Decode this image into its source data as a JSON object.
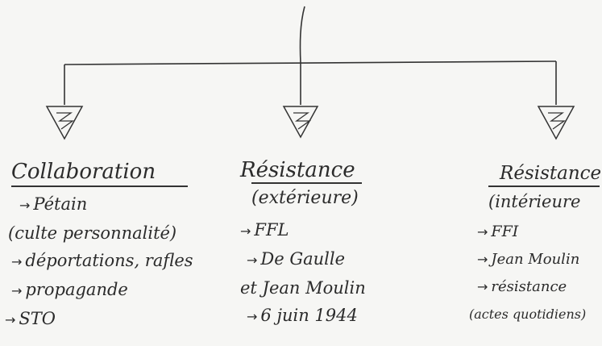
{
  "columns": [
    {
      "title": "Collaboration",
      "subtitle": "",
      "items": [
        {
          "arrow": "→",
          "text": "Pétain"
        },
        {
          "arrow": "",
          "text": "(culte personnalité)"
        },
        {
          "arrow": "→",
          "text": "déportations, rafles"
        },
        {
          "arrow": "→",
          "text": "propagande"
        },
        {
          "arrow": "→",
          "text": "STO"
        }
      ]
    },
    {
      "title": "Résistance",
      "subtitle": "(extérieure)",
      "items": [
        {
          "arrow": "→",
          "text": "FFL"
        },
        {
          "arrow": "→",
          "text": "De Gaulle"
        },
        {
          "arrow": "",
          "text": "et Jean Moulin"
        },
        {
          "arrow": "→",
          "text": "6 juin 1944"
        }
      ]
    },
    {
      "title": "Résistance",
      "subtitle": "(intérieure",
      "items": [
        {
          "arrow": "→",
          "text": "FFI"
        },
        {
          "arrow": "→",
          "text": "Jean Moulin"
        },
        {
          "arrow": "→",
          "text": "résistance"
        },
        {
          "arrow": "",
          "text": "(actes quotidiens)"
        }
      ]
    }
  ],
  "colors": {
    "ink": "#2b2b2b",
    "paper": "#f6f6f4"
  }
}
